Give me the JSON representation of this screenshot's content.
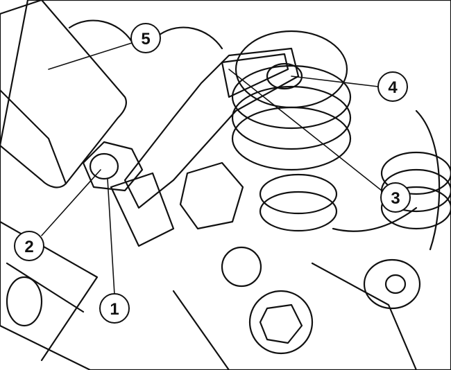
{
  "colors": {
    "background_green": "#b9ddb3",
    "part_gray": "#b8b8b8",
    "part_dark": "#6e6e6e",
    "tool_tan": "#c9a27c",
    "outline": "#111111"
  },
  "callouts": [
    {
      "label": "1"
    },
    {
      "label": "2"
    },
    {
      "label": "3"
    },
    {
      "label": "4"
    },
    {
      "label": "5"
    }
  ]
}
